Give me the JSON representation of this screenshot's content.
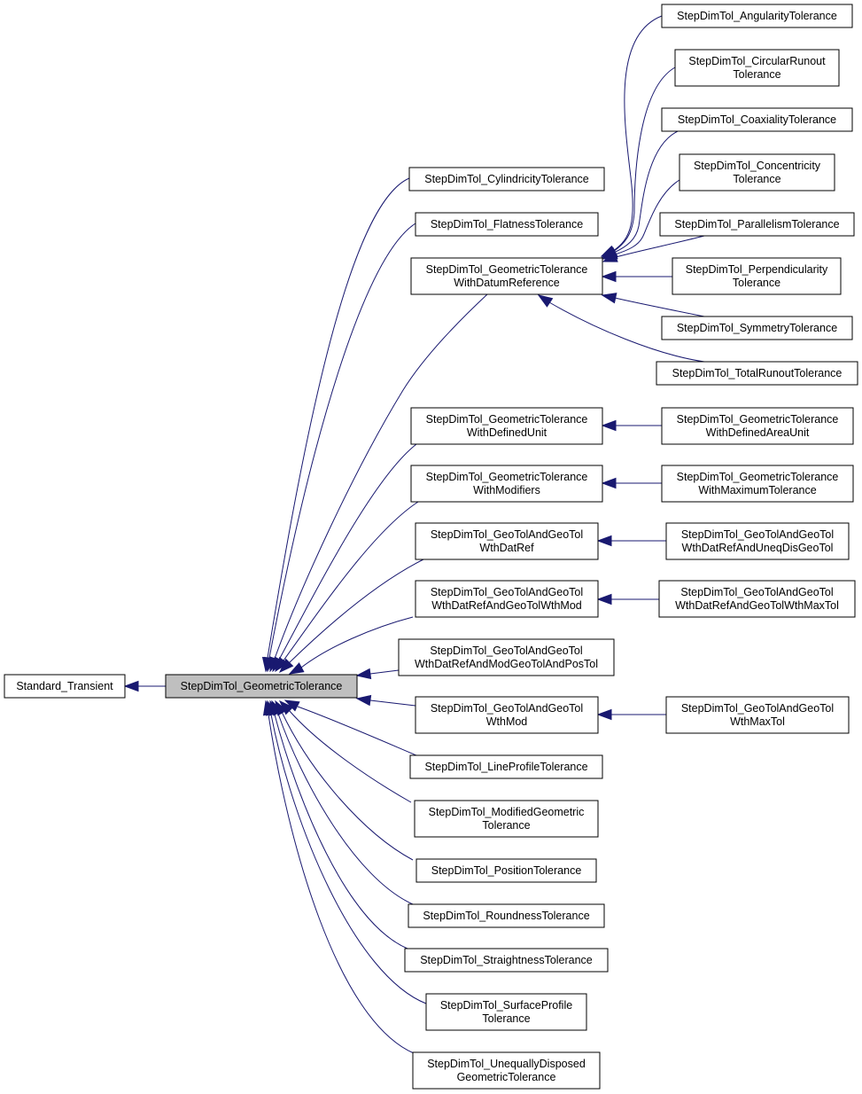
{
  "diagram": {
    "nodes": [
      {
        "id": "standard_transient",
        "lines": [
          "Standard_Transient"
        ]
      },
      {
        "id": "geometric_tolerance",
        "lines": [
          "StepDimTol_GeometricTolerance"
        ],
        "current": true
      },
      {
        "id": "cylindricity",
        "lines": [
          "StepDimTol_CylindricityTolerance"
        ]
      },
      {
        "id": "flatness",
        "lines": [
          "StepDimTol_FlatnessTolerance"
        ]
      },
      {
        "id": "gt_with_datum_ref",
        "lines": [
          "StepDimTol_GeometricTolerance",
          "WithDatumReference"
        ]
      },
      {
        "id": "gt_with_defined_unit",
        "lines": [
          "StepDimTol_GeometricTolerance",
          "WithDefinedUnit"
        ]
      },
      {
        "id": "gt_with_modifiers",
        "lines": [
          "StepDimTol_GeometricTolerance",
          "WithModifiers"
        ]
      },
      {
        "id": "gtagt_wth_dat_ref",
        "lines": [
          "StepDimTol_GeoTolAndGeoTol",
          "WthDatRef"
        ]
      },
      {
        "id": "gtagt_dat_ref_gt_wth_mod",
        "lines": [
          "StepDimTol_GeoTolAndGeoTol",
          "WthDatRefAndGeoTolWthMod"
        ]
      },
      {
        "id": "gtagt_dat_ref_mod_pos",
        "lines": [
          "StepDimTol_GeoTolAndGeoTol",
          "WthDatRefAndModGeoTolAndPosTol"
        ]
      },
      {
        "id": "gtagt_wth_mod",
        "lines": [
          "StepDimTol_GeoTolAndGeoTol",
          "WthMod"
        ]
      },
      {
        "id": "line_profile",
        "lines": [
          "StepDimTol_LineProfileTolerance"
        ]
      },
      {
        "id": "modified_geometric",
        "lines": [
          "StepDimTol_ModifiedGeometric",
          "Tolerance"
        ]
      },
      {
        "id": "position",
        "lines": [
          "StepDimTol_PositionTolerance"
        ]
      },
      {
        "id": "roundness",
        "lines": [
          "StepDimTol_RoundnessTolerance"
        ]
      },
      {
        "id": "straightness",
        "lines": [
          "StepDimTol_StraightnessTolerance"
        ]
      },
      {
        "id": "surface_profile",
        "lines": [
          "StepDimTol_SurfaceProfile",
          "Tolerance"
        ]
      },
      {
        "id": "unequally_disposed",
        "lines": [
          "StepDimTol_UnequallyDisposed",
          "GeometricTolerance"
        ]
      },
      {
        "id": "angularity",
        "lines": [
          "StepDimTol_AngularityTolerance"
        ]
      },
      {
        "id": "circular_runout",
        "lines": [
          "StepDimTol_CircularRunout",
          "Tolerance"
        ]
      },
      {
        "id": "coaxiality",
        "lines": [
          "StepDimTol_CoaxialityTolerance"
        ]
      },
      {
        "id": "concentricity",
        "lines": [
          "StepDimTol_Concentricity",
          "Tolerance"
        ]
      },
      {
        "id": "parallelism",
        "lines": [
          "StepDimTol_ParallelismTolerance"
        ]
      },
      {
        "id": "perpendicularity",
        "lines": [
          "StepDimTol_Perpendicularity",
          "Tolerance"
        ]
      },
      {
        "id": "symmetry",
        "lines": [
          "StepDimTol_SymmetryTolerance"
        ]
      },
      {
        "id": "total_runout",
        "lines": [
          "StepDimTol_TotalRunoutTolerance"
        ]
      },
      {
        "id": "gt_with_defined_area_unit",
        "lines": [
          "StepDimTol_GeometricTolerance",
          "WithDefinedAreaUnit"
        ]
      },
      {
        "id": "gt_with_maximum_tolerance",
        "lines": [
          "StepDimTol_GeometricTolerance",
          "WithMaximumTolerance"
        ]
      },
      {
        "id": "gtagt_dat_ref_uneq_dis",
        "lines": [
          "StepDimTol_GeoTolAndGeoTol",
          "WthDatRefAndUneqDisGeoTol"
        ]
      },
      {
        "id": "gtagt_dat_ref_gt_wth_max_tol",
        "lines": [
          "StepDimTol_GeoTolAndGeoTol",
          "WthDatRefAndGeoTolWthMaxTol"
        ]
      },
      {
        "id": "gtagt_wth_max_tol",
        "lines": [
          "StepDimTol_GeoTolAndGeoTol",
          "WthMaxTol"
        ]
      }
    ],
    "edges": [
      {
        "from": "geometric_tolerance",
        "to": "standard_transient"
      },
      {
        "from": "cylindricity",
        "to": "geometric_tolerance"
      },
      {
        "from": "flatness",
        "to": "geometric_tolerance"
      },
      {
        "from": "gt_with_datum_ref",
        "to": "geometric_tolerance"
      },
      {
        "from": "gt_with_defined_unit",
        "to": "geometric_tolerance"
      },
      {
        "from": "gt_with_modifiers",
        "to": "geometric_tolerance"
      },
      {
        "from": "gtagt_wth_dat_ref",
        "to": "geometric_tolerance"
      },
      {
        "from": "gtagt_dat_ref_gt_wth_mod",
        "to": "geometric_tolerance"
      },
      {
        "from": "gtagt_dat_ref_mod_pos",
        "to": "geometric_tolerance"
      },
      {
        "from": "gtagt_wth_mod",
        "to": "geometric_tolerance"
      },
      {
        "from": "line_profile",
        "to": "geometric_tolerance"
      },
      {
        "from": "modified_geometric",
        "to": "geometric_tolerance"
      },
      {
        "from": "position",
        "to": "geometric_tolerance"
      },
      {
        "from": "roundness",
        "to": "geometric_tolerance"
      },
      {
        "from": "straightness",
        "to": "geometric_tolerance"
      },
      {
        "from": "surface_profile",
        "to": "geometric_tolerance"
      },
      {
        "from": "unequally_disposed",
        "to": "geometric_tolerance"
      },
      {
        "from": "angularity",
        "to": "gt_with_datum_ref"
      },
      {
        "from": "circular_runout",
        "to": "gt_with_datum_ref"
      },
      {
        "from": "coaxiality",
        "to": "gt_with_datum_ref"
      },
      {
        "from": "concentricity",
        "to": "gt_with_datum_ref"
      },
      {
        "from": "parallelism",
        "to": "gt_with_datum_ref"
      },
      {
        "from": "perpendicularity",
        "to": "gt_with_datum_ref"
      },
      {
        "from": "symmetry",
        "to": "gt_with_datum_ref"
      },
      {
        "from": "total_runout",
        "to": "gt_with_datum_ref"
      },
      {
        "from": "gt_with_defined_area_unit",
        "to": "gt_with_defined_unit"
      },
      {
        "from": "gt_with_maximum_tolerance",
        "to": "gt_with_modifiers"
      },
      {
        "from": "gtagt_dat_ref_uneq_dis",
        "to": "gtagt_wth_dat_ref"
      },
      {
        "from": "gtagt_dat_ref_gt_wth_max_tol",
        "to": "gtagt_dat_ref_gt_wth_mod"
      },
      {
        "from": "gtagt_wth_max_tol",
        "to": "gtagt_wth_mod"
      }
    ]
  }
}
